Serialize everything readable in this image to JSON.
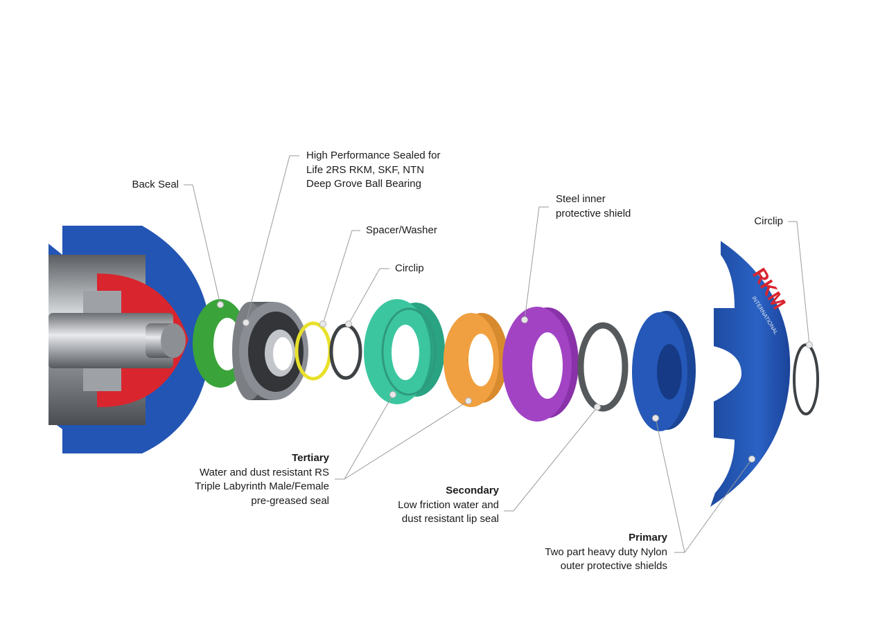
{
  "colors": {
    "housing_blue": "#2355b4",
    "back_seal_green": "#3aa43a",
    "bearing_steel": "#8a8e94",
    "spacer_yellow": "#e8e02a",
    "circlip_dark": "#3e4245",
    "labyrinth_teal": "#3cc6a0",
    "secondary_orange": "#f0a040",
    "shield_purple": "#a243c4",
    "lip_seal_grey": "#55595c",
    "primary_blue": "#2558b8",
    "inner_red": "#d9252e",
    "leader_line": "#9a9a9a"
  },
  "logo": {
    "brand": "RKM",
    "sub": "INTERNATIONAL"
  },
  "labels": {
    "back_seal": {
      "lines": [
        "Back Seal"
      ]
    },
    "bearing": {
      "lines": [
        "High Performance Sealed for",
        "Life  2RS RKM, SKF, NTN",
        "Deep Grove Ball Bearing"
      ]
    },
    "spacer": {
      "lines": [
        "Spacer/Washer"
      ]
    },
    "circlip_inner": {
      "lines": [
        "Circlip"
      ]
    },
    "steel_shield": {
      "lines": [
        "Steel inner",
        "protective shield"
      ]
    },
    "circlip_outer": {
      "lines": [
        "Circlip"
      ]
    },
    "tertiary": {
      "heading": "Tertiary",
      "lines": [
        "Water and dust resistant RS",
        "Triple Labyrinth Male/Female",
        "pre-greased seal"
      ]
    },
    "secondary": {
      "heading": "Secondary",
      "lines": [
        "Low friction water and",
        "dust resistant lip seal"
      ]
    },
    "primary": {
      "heading": "Primary",
      "lines": [
        "Two part heavy duty Nylon",
        "outer protective shields"
      ]
    }
  }
}
